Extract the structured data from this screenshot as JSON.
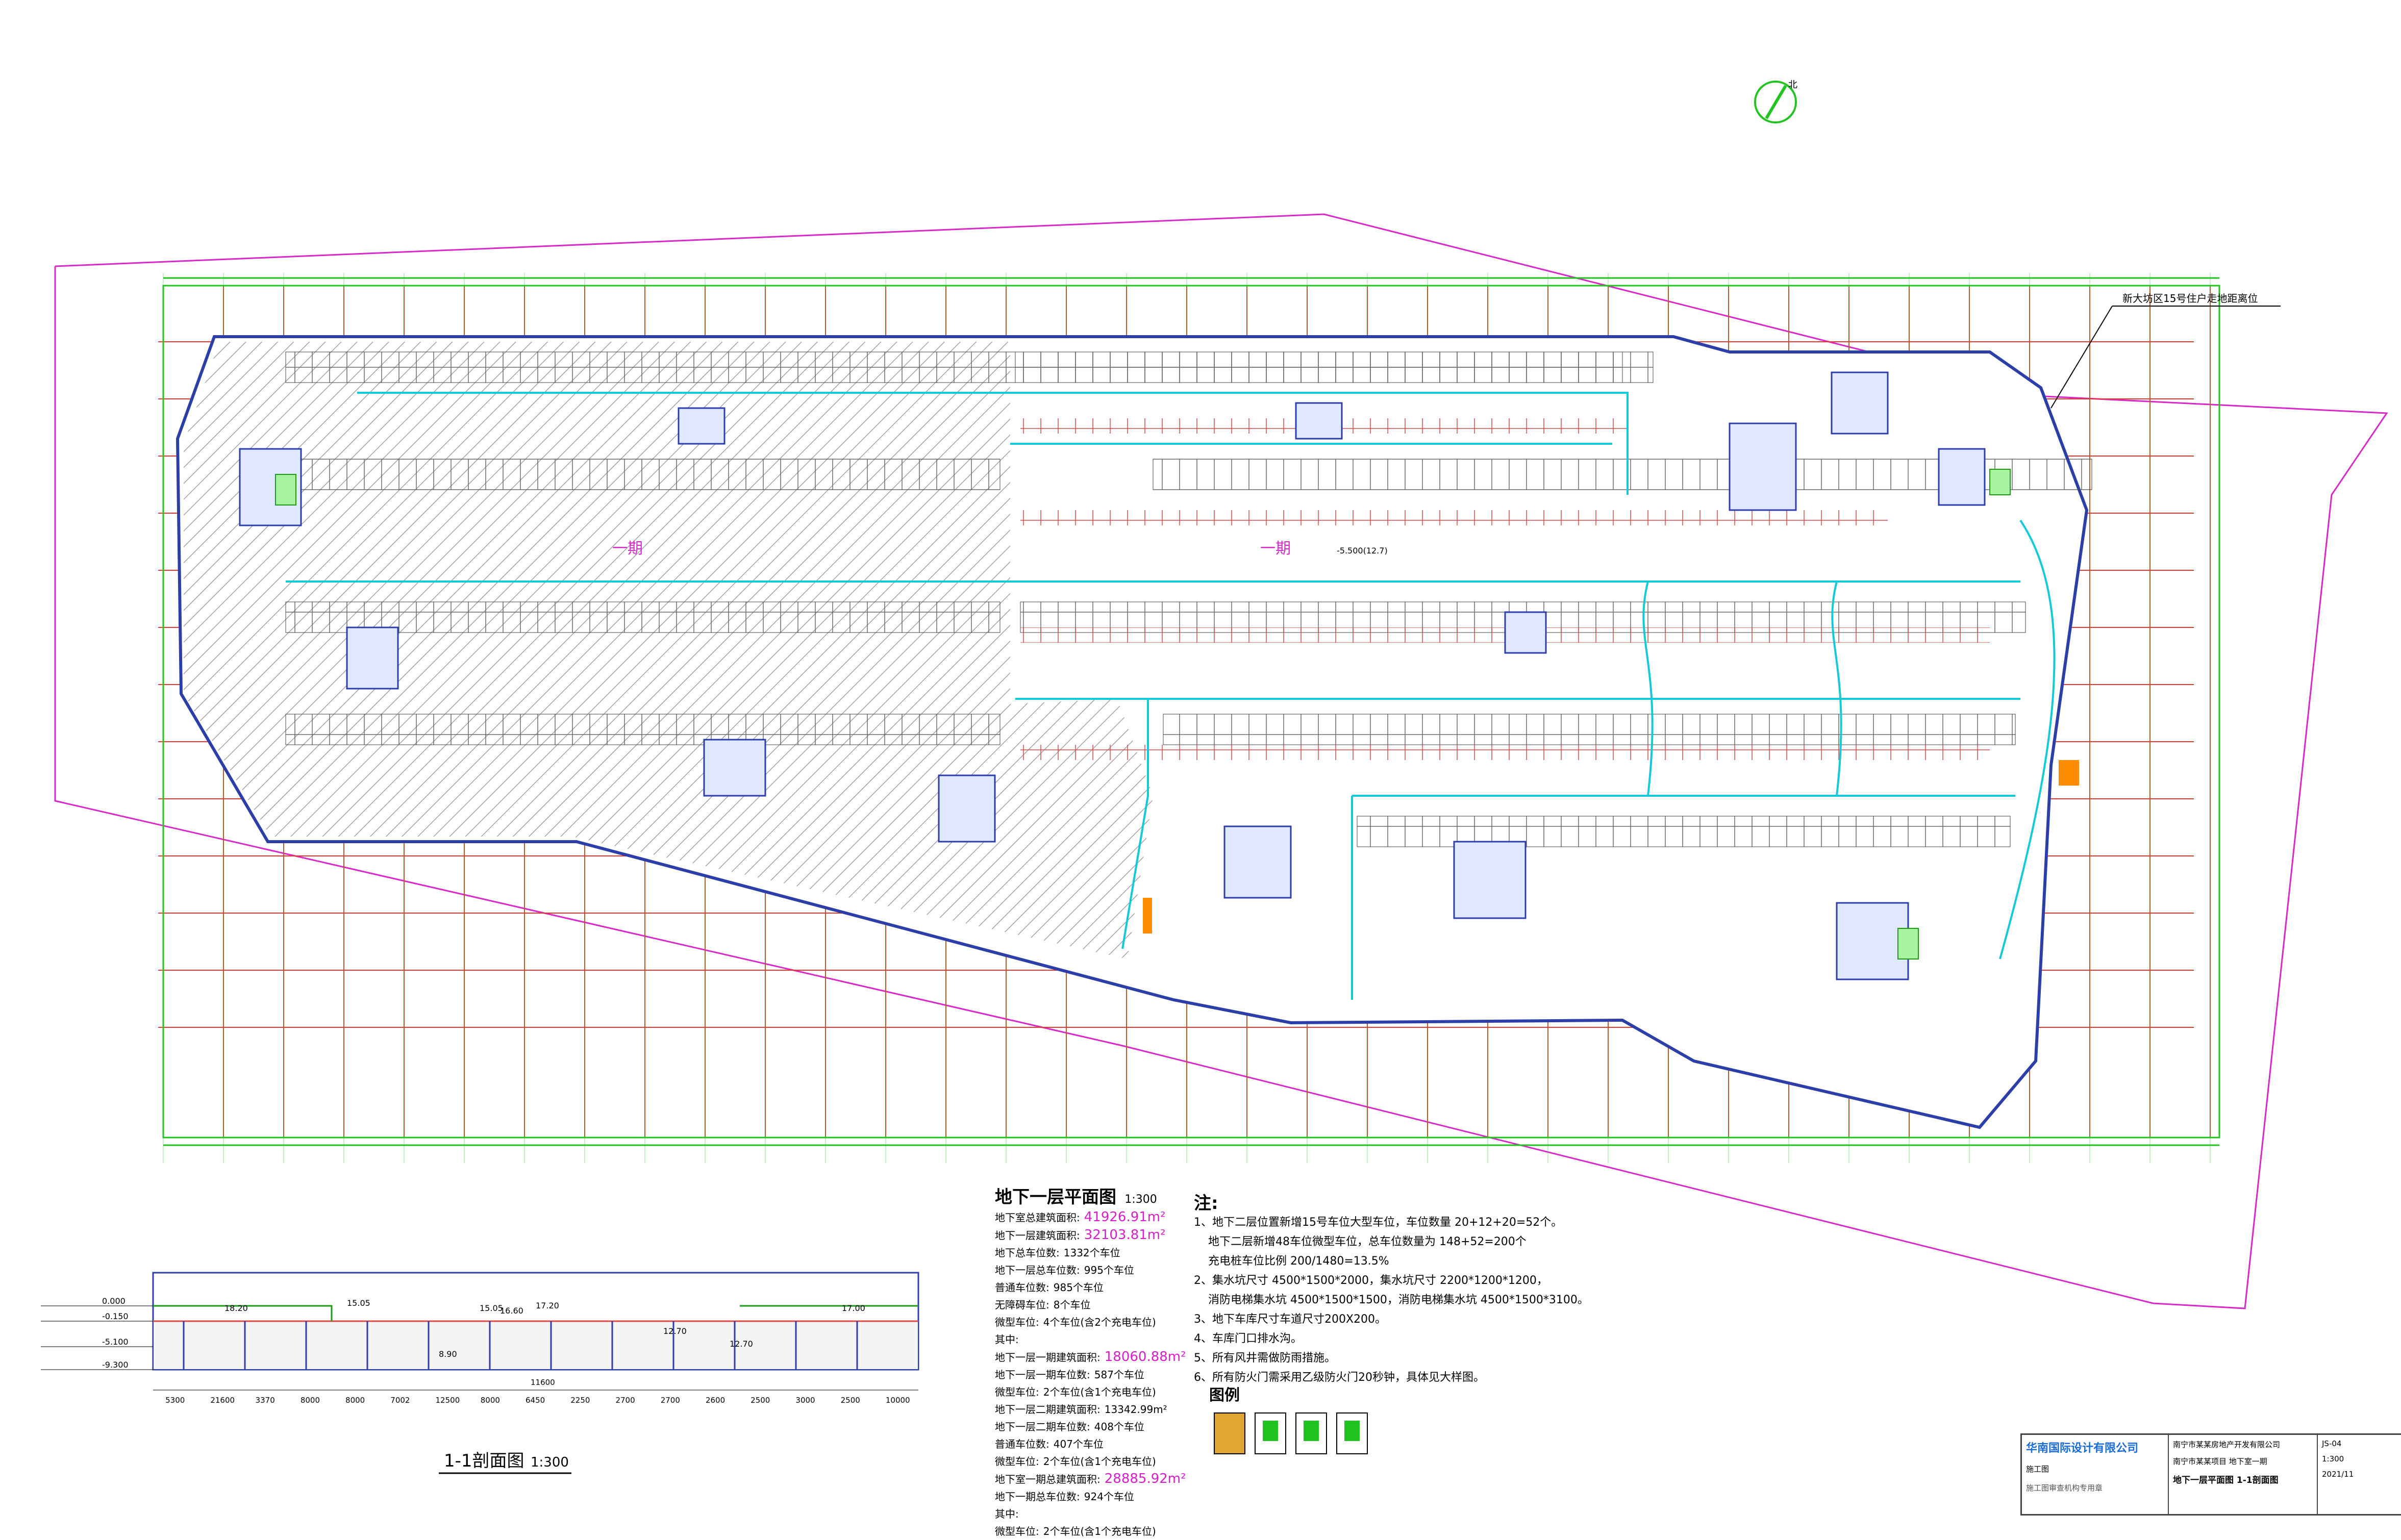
{
  "drawing": {
    "north": "北",
    "annotation_right": "新大坊区15号住户走地距离位",
    "zone_labels": [
      "一期",
      "一期"
    ],
    "level_tag": "-5.500(12.7)"
  },
  "stats": {
    "title": "地下一层平面图",
    "scale": "1:300",
    "lines": [
      {
        "label": "地下室总建筑面积:",
        "value": "41926.91m²",
        "hl": true
      },
      {
        "label": "地下一层建筑面积:",
        "value": "32103.81m²",
        "hl": true
      },
      {
        "label": "地下总车位数:",
        "value": "1332个车位"
      },
      {
        "label": "地下一层总车位数:",
        "value": "995个车位"
      },
      {
        "label": "普通车位数:",
        "value": "985个车位"
      },
      {
        "label": "无障碍车位:",
        "value": "8个车位"
      },
      {
        "label": "微型车位:",
        "value": "4个车位(含2个充电车位)"
      },
      {
        "label": "其中:",
        "value": ""
      },
      {
        "label": "地下一层一期建筑面积:",
        "value": "18060.88m²",
        "hl": true
      },
      {
        "label": "地下一层一期车位数:",
        "value": "587个车位"
      },
      {
        "label": "微型车位:",
        "value": "2个车位(含1个充电车位)"
      },
      {
        "label": "地下一层二期建筑面积:",
        "value": "13342.99m²"
      },
      {
        "label": "地下一层二期车位数:",
        "value": "408个车位"
      },
      {
        "label": "普通车位数:",
        "value": "407个车位"
      },
      {
        "label": "微型车位:",
        "value": "2个车位(含1个充电车位)"
      },
      {
        "label": "地下室一期总建筑面积:",
        "value": "28885.92m²",
        "hl": true
      },
      {
        "label": "地下一期总车位数:",
        "value": "924个车位"
      },
      {
        "label": "其中:",
        "value": ""
      },
      {
        "label": "微型车位:",
        "value": "2个车位(含1个充电车位)"
      }
    ]
  },
  "notes": {
    "heading": "注:",
    "items": [
      "1、地下二层位置新增15号车位大型车位，车位数量 20+12+20=52个。",
      "    地下二层新增48车位微型车位，总车位数量为 148+52=200个",
      "    充电桩车位比例 200/1480=13.5%",
      "2、集水坑尺寸 4500*1500*2000，集水坑尺寸 2200*1200*1200，",
      "    消防电梯集水坑 4500*1500*1500，消防电梯集水坑 4500*1500*3100。",
      "3、地下车库尺寸车道尺寸200X200。",
      "4、车库门口排水沟。",
      "5、所有风井需做防雨措施。",
      "6、所有防火门需采用乙级防火门20秒钟，具体见大样图。"
    ]
  },
  "section": {
    "title": "1-1剖面图",
    "scale": "1:300",
    "levels": [
      "0.000",
      "-0.150",
      "-5.100",
      "-9.300"
    ],
    "elevs": [
      "15.05",
      "12.70",
      "12.70",
      "8.90",
      "17.00",
      "16.60",
      "17.20",
      "18.20",
      "15.05"
    ],
    "dims": [
      "5300",
      "21600",
      "3370",
      "8000",
      "8000",
      "7002",
      "12500",
      "8000",
      "6450",
      "2250",
      "2700",
      "2700",
      "2600",
      "2500",
      "3000",
      "2500",
      "10000"
    ],
    "total_dim": "11600"
  },
  "legend": {
    "title": "图例"
  },
  "title_block": {
    "company": "华南国际设计有限公司",
    "client": "南宁市某某房地产开发有限公司",
    "project": "南宁市某某项目 地下室一期",
    "drawing_name": "地下一层平面图 1-1剖面图",
    "drawing_no": "JS-04",
    "scale": "1:300",
    "date": "2021/11",
    "phase": "施工图",
    "footer": "施工图审查机构专用章"
  },
  "colors": {
    "grid_red": "#e8382f",
    "axis_green": "#21c41f",
    "wall_blue": "#2c3fa8",
    "driveway_cyan": "#14c9d8",
    "site_magenta": "#d629c8",
    "hatch": "#555555"
  }
}
